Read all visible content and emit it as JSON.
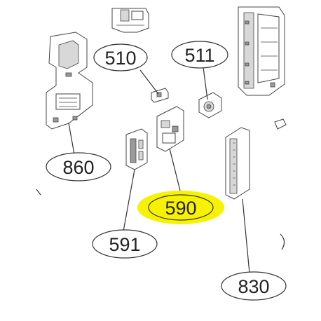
{
  "callouts": {
    "c510": {
      "label": "510"
    },
    "c511": {
      "label": "511"
    },
    "c860": {
      "label": "860"
    },
    "c590": {
      "label": "590",
      "highlight_color": "#f7f200"
    },
    "c591": {
      "label": "591"
    },
    "c830": {
      "label": "830"
    }
  },
  "colors": {
    "line": "#333333",
    "highlight": "#f7f200",
    "background": "#ffffff"
  }
}
